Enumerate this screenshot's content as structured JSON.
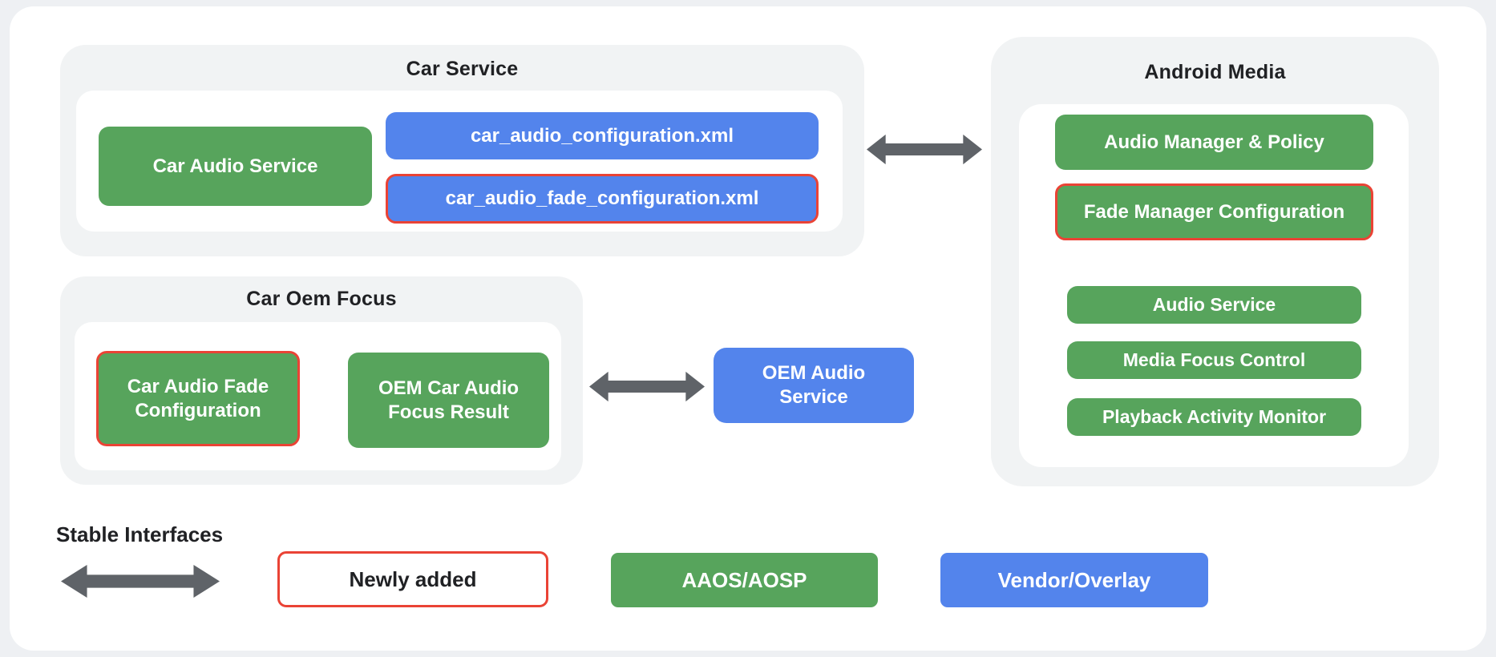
{
  "colors": {
    "page_bg": "#eef0f3",
    "card_bg": "#ffffff",
    "container_gray": "#f1f3f4",
    "aaos_green": "#57a45c",
    "vendor_blue": "#5384ec",
    "newly_added_red": "#ea4335",
    "arrow_gray": "#5f6368",
    "text_dark": "#202124",
    "text_on_fill": "#ffffff"
  },
  "diagram": {
    "car_service": {
      "title": "Car Service",
      "boxes": {
        "car_audio_service": "Car Audio Service",
        "car_audio_configuration_xml": "car_audio_configuration.xml",
        "car_audio_fade_configuration_xml": "car_audio_fade_configuration.xml"
      }
    },
    "android_media": {
      "title": "Android Media",
      "boxes": [
        "Audio Manager & Policy",
        "Fade Manager Configuration",
        "Audio Service",
        "Media Focus Control",
        "Playback Activity Monitor"
      ]
    },
    "car_oem_focus": {
      "title": "Car Oem Focus",
      "boxes": {
        "car_audio_fade_configuration": "Car Audio Fade Configuration",
        "oem_car_audio_focus_result": "OEM Car Audio Focus Result"
      }
    },
    "oem_audio_service": "OEM Audio Service"
  },
  "legend": {
    "stable_interfaces_label": "Stable Interfaces",
    "newly_added_label": "Newly added",
    "aaos_aosp_label": "AAOS/AOSP",
    "vendor_overlay_label": "Vendor/Overlay"
  }
}
